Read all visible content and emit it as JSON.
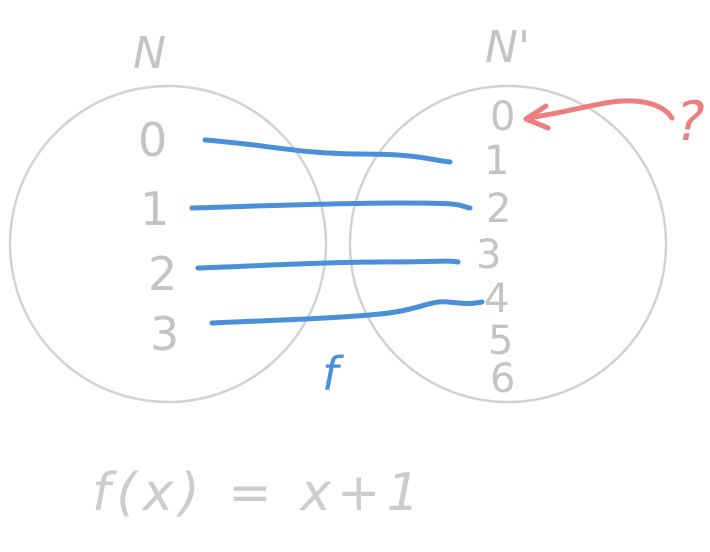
{
  "sets": {
    "domain_label": "N",
    "codomain_label": "N'"
  },
  "domain_elements": [
    "0",
    "1",
    "2",
    "3"
  ],
  "codomain_elements": [
    "0",
    "1",
    "2",
    "3",
    "4",
    "5",
    "6"
  ],
  "function_label": "f",
  "formula": "f(x) = x+1",
  "question_mark": "?",
  "colors": {
    "circle": "#d2d2d2",
    "text": "#c4c4c4",
    "mapping": "#4a90d9",
    "question": "#f07d7d"
  }
}
